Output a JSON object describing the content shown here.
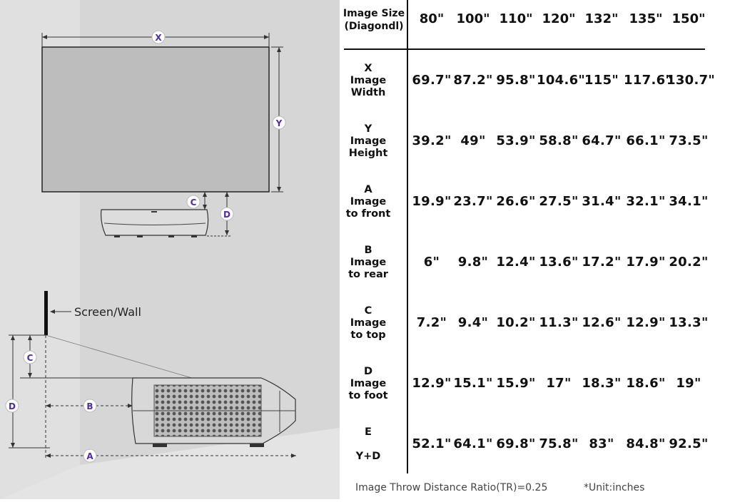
{
  "diagram": {
    "labels": {
      "x": "X",
      "y": "Y",
      "c": "C",
      "d": "D",
      "b": "B",
      "a": "A"
    },
    "screen_wall_label": "Screen/Wall"
  },
  "table": {
    "header_label_line1": "Image Size",
    "header_label_line2": "(Diagondl)",
    "sizes": [
      "80\"",
      "100\"",
      "110\"",
      "120\"",
      "132\"",
      "135\"",
      "150\""
    ],
    "rows": [
      {
        "label": [
          "X",
          "Image",
          "Width"
        ],
        "values": [
          "69.7\"",
          "87.2\"",
          "95.8\"",
          "104.6\"",
          "115\"",
          "117.6\"",
          "130.7\""
        ]
      },
      {
        "label": [
          "Y",
          "Image",
          "Height"
        ],
        "values": [
          "39.2\"",
          "49\"",
          "53.9\"",
          "58.8\"",
          "64.7\"",
          "66.1\"",
          "73.5\""
        ]
      },
      {
        "label": [
          "A",
          "Image",
          "to front"
        ],
        "values": [
          "19.9\"",
          "23.7\"",
          "26.6\"",
          "27.5\"",
          "31.4\"",
          "32.1\"",
          "34.1\""
        ]
      },
      {
        "label": [
          "B",
          "Image",
          "to rear"
        ],
        "values": [
          "6\"",
          "9.8\"",
          "12.4\"",
          "13.6\"",
          "17.2\"",
          "17.9\"",
          "20.2\""
        ]
      },
      {
        "label": [
          "C",
          "Image",
          "to top"
        ],
        "values": [
          "7.2\"",
          "9.4\"",
          "10.2\"",
          "11.3\"",
          "12.6\"",
          "12.9\"",
          "13.3\""
        ]
      },
      {
        "label": [
          "D",
          "Image",
          "to foot"
        ],
        "values": [
          "12.9\"",
          "15.1\"",
          "15.9\"",
          "17\"",
          "18.3\"",
          "18.6\"",
          "19\""
        ]
      },
      {
        "label": [
          "E",
          "",
          "Y+D"
        ],
        "values": [
          "52.1\"",
          "64.1\"",
          "69.8\"",
          "75.8\"",
          "83\"",
          "84.8\"",
          "92.5\""
        ]
      }
    ],
    "footer_ratio": "Image Throw Distance Ratio(TR)=0.25",
    "footer_unit": "*Unit:inches"
  }
}
